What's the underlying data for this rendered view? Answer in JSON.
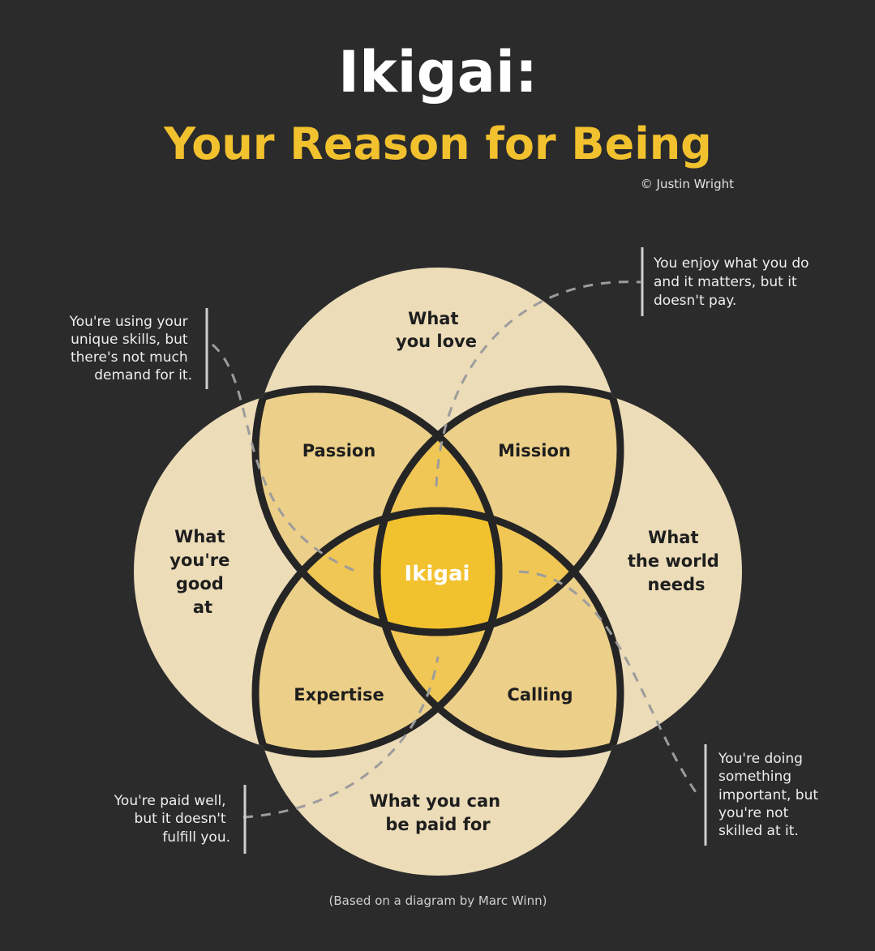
{
  "title": "Ikigai:",
  "subtitle": "Your Reason for Being",
  "credit": "© Justin Wright",
  "footer": "(Based on a diagram by Marc Winn)",
  "circles": {
    "love": [
      "What",
      "you love"
    ],
    "good": [
      "What",
      "you're",
      "good",
      "at"
    ],
    "world": [
      "What",
      "the world",
      "needs"
    ],
    "paid": [
      "What you can",
      "be paid for"
    ]
  },
  "overlaps": {
    "passion": "Passion",
    "mission": "Mission",
    "expertise": "Expertise",
    "calling": "Calling",
    "ikigai": "Ikigai"
  },
  "notes": {
    "top_left": [
      "You're using your",
      "unique skills, but",
      "there's not much",
      "demand for it."
    ],
    "top_right": [
      "You enjoy what you do",
      "and it matters, but it",
      "doesn't pay."
    ],
    "bottom_left": [
      "You're paid well,",
      "but it doesn't",
      "fulfill you."
    ],
    "bottom_right": [
      "You're doing",
      "something",
      "important, but",
      "you're not",
      "skilled at it."
    ]
  },
  "colors": {
    "background": "#2b2b2c",
    "outer": "#ecdcb8",
    "pair": "#eccf88",
    "triple": "#f0c654",
    "center": "#f2c12e",
    "accent": "#f2c12e"
  }
}
